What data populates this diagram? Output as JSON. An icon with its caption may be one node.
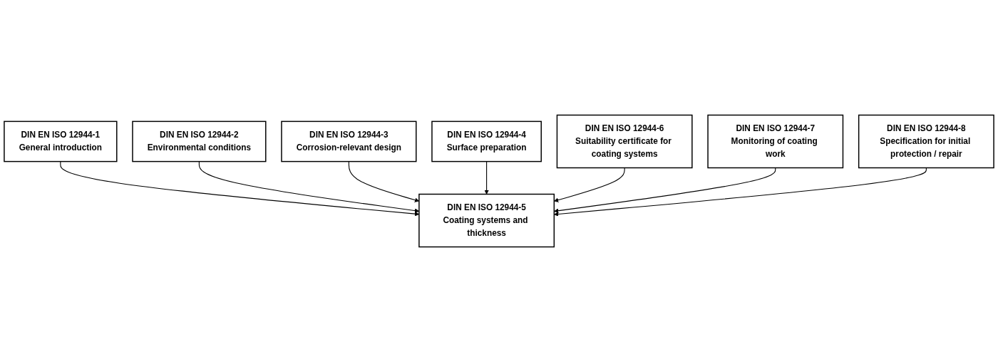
{
  "diagram": {
    "nodes": [
      {
        "text": [
          "DIN EN ISO 12944-1",
          "General introduction"
        ]
      },
      {
        "text": [
          "DIN EN ISO 12944-2",
          "Environmental conditions"
        ]
      },
      {
        "text": [
          "DIN EN ISO 12944-3",
          "Corrosion-relevant design"
        ]
      },
      {
        "text": [
          "DIN EN ISO 12944-5",
          "Coating systems and thickness"
        ]
      },
      {
        "text": [
          "DIN EN ISO 12944-4",
          "Surface preparation"
        ]
      },
      {
        "text": [
          "DIN EN ISO 12944-7",
          "Monitoring of coating work"
        ]
      },
      {
        "text": [
          "DIN EN ISO 12944-8",
          "Specification for initial protection / repair"
        ]
      },
      {
        "text": [
          "DIN EN ISO 12944-6",
          "Suitability certificate for coating systems"
        ]
      }
    ],
    "edges": [
      {
        "from": 0,
        "to": 3,
        "arrow": "to"
      },
      {
        "from": 1,
        "to": 3,
        "arrow": "to"
      },
      {
        "from": 2,
        "to": 3,
        "arrow": "to"
      },
      {
        "from": 4,
        "to": 3,
        "arrow": "to"
      },
      {
        "from": 7,
        "to": 3,
        "arrow": "to"
      },
      {
        "from": 5,
        "to": 3,
        "arrow": "to"
      },
      {
        "from": 6,
        "to": 3,
        "arrow": "to"
      }
    ]
  }
}
